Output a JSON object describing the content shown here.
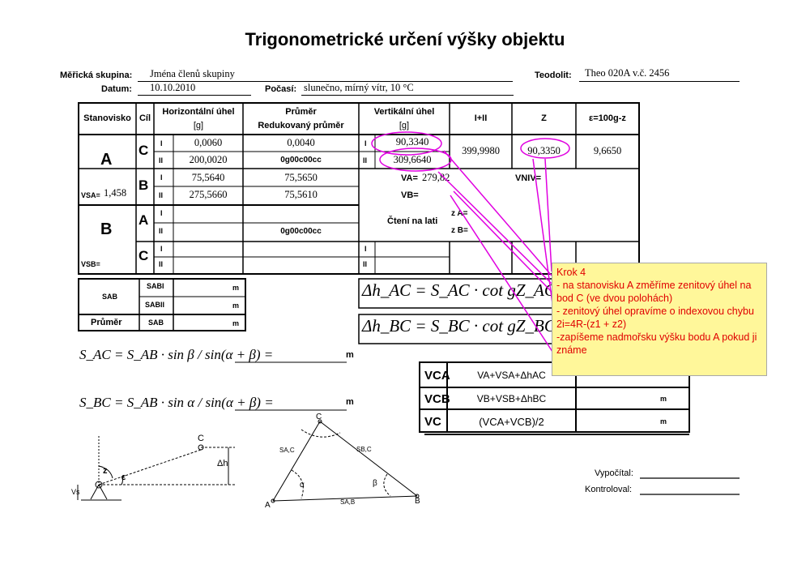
{
  "title": "Trigonometrické určení výšky objektu",
  "header": {
    "group_label": "Měřická skupina:",
    "group_value": "Jména členů skupiny",
    "date_label": "Datum:",
    "date_value": "10.10.2010",
    "weather_label": "Počasí:",
    "weather_value": "slunečno, mírný vítr, 10 °C",
    "theodolite_label": "Teodolit:",
    "theodolite_value": "Theo 020A v.č. 2456"
  },
  "table_head": {
    "station": "Stanovisko",
    "target": "Cíl",
    "horiz": "Horizontální úhel",
    "horiz_unit": "[g]",
    "avg": "Průměr",
    "avg2": "Redukovaný průměr",
    "vert": "Vertikální úhel",
    "vert_unit": "[g]",
    "sum": "I+II",
    "z": "Z",
    "eps": "ε=100g-z"
  },
  "rows": {
    "A": "A",
    "B": "B",
    "C": "C",
    "I": "I",
    "II": "II",
    "vsa_label": "VSA=",
    "vsa_value": "1,458",
    "vsb_label": "VSB=",
    "hz_ac_1": "0,0060",
    "hz_ac_2": "200,0020",
    "avg_ac_1": "0,0040",
    "avg_ac_2": "0g00c00cc",
    "v_ac_1": "90,3340",
    "v_ac_2": "309,6640",
    "sum_ac": "399,9980",
    "z_ac": "90,3350",
    "eps_ac": "9,6650",
    "hz_ab_1": "75,5640",
    "hz_ab_2": "275,5660",
    "avg_ab_1": "75,5650",
    "avg_ab_2": "75,5610",
    "avg_ba_2": "0g00c00cc",
    "va_label": "VA=",
    "va_value": "279,82",
    "vb_label": "VB=",
    "vniv_label": "VNIV=",
    "staff_reading": "Čtení na lati",
    "za_label": "z A=",
    "zb_label": "z B="
  },
  "sab": {
    "sab": "SAB",
    "sab_i": "SABI",
    "sab_ii": "SABII",
    "avg_label": "Průměr",
    "m": "m"
  },
  "formulas": {
    "dh_ac": "Δh_AC = S_AC · cot gZ_AC =",
    "dh_bc": "Δh_BC = S_BC · cot gZ_BC =",
    "s_ac": "S_AC = S_AB · sin β / sin(α + β) =",
    "s_bc": "S_BC = S_AB · sin α / sin(α + β) =",
    "m": "m"
  },
  "vc_table": {
    "vca": "VCA",
    "vcb": "VCB",
    "vc": "VC",
    "f1": "VA+VSA+ΔhAC",
    "f2": "VB+VSB+ΔhBC",
    "f3": "(VCA+VCB)/2",
    "m": "m"
  },
  "footer": {
    "computed": "Vypočítal:",
    "checked": "Kontroloval:"
  },
  "diagram": {
    "C": "C",
    "z": "z",
    "eps": "ε",
    "dh": "Δh",
    "vs": "Vs",
    "A": "A",
    "B": "B",
    "alpha": "α",
    "beta": "β",
    "sac": "SA,C",
    "sbc": "SB,C",
    "sab": "SA,B"
  },
  "note": {
    "text": "Krok 4\n- na stanovisku A změříme zenitový úhel na bod C (ve dvou polohách)\n- zenitový úhel opravíme o indexovou chybu 2i=4R-(z1 + z2)\n-zapíšeme nadmořsku výšku bodu A pokud ji známe"
  },
  "colors": {
    "highlight": "#e000e0",
    "note_bg": "#fff79a",
    "note_text": "#e00000"
  }
}
